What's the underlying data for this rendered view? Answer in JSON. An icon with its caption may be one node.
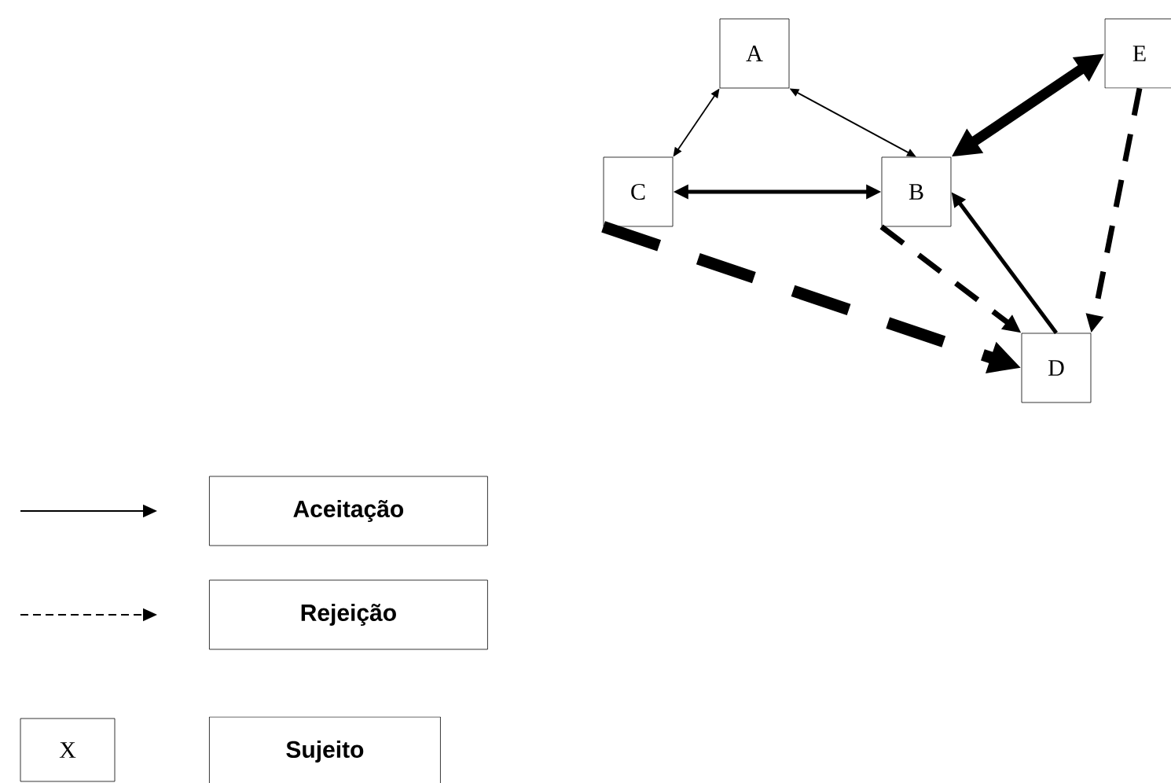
{
  "diagram": {
    "nodes": [
      {
        "text": [
          "A"
        ]
      },
      {
        "text": [
          "B"
        ]
      },
      {
        "text": [
          "C"
        ]
      },
      {
        "text": [
          "D"
        ]
      },
      {
        "text": [
          "E"
        ]
      }
    ],
    "edges": [
      {
        "from": 0,
        "to": 2,
        "arrow": "both"
      },
      {
        "from": 0,
        "to": 1,
        "arrow": "both"
      },
      {
        "from": 2,
        "to": 1,
        "arrow": "both"
      },
      {
        "from": 1,
        "to": 4,
        "arrow": "both",
        "style": "thick"
      },
      {
        "from": 4,
        "to": 3,
        "arrow": "to",
        "style": "dashed"
      },
      {
        "from": 2,
        "to": 3,
        "arrow": "to",
        "style": "dashed"
      },
      {
        "from": 1,
        "to": 3,
        "arrow": "to",
        "style": "dashed"
      },
      {
        "from": 3,
        "to": 1,
        "arrow": "to"
      }
    ],
    "labels": [
      "X"
    ],
    "legend": [
      {
        "text": "Aceitação"
      },
      {
        "text": "Rejeição"
      },
      {
        "text": "Sujeito"
      }
    ]
  }
}
